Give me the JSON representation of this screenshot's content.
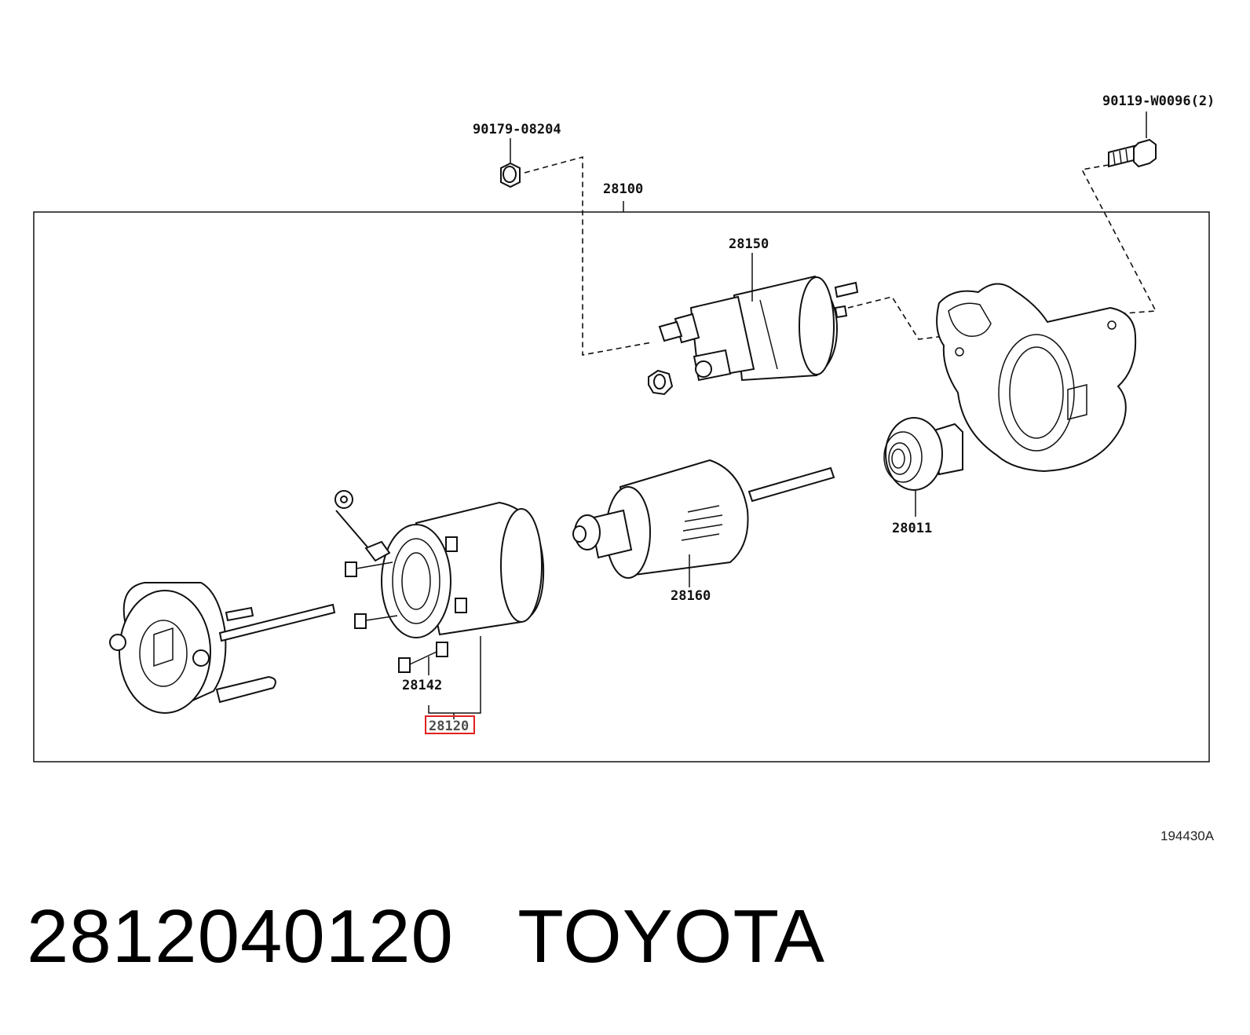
{
  "diagram": {
    "labels": {
      "nut_top": "90179-08204",
      "bolt_top": "90119-W0096(2)",
      "assembly": "28100",
      "solenoid": "28150",
      "clutch": "28011",
      "armature": "28160",
      "brush": "28142",
      "yoke": "28120"
    },
    "highlight_color": "#e02020",
    "figure_code": "194430A"
  },
  "footer": {
    "part_number": "2812040120",
    "brand": "TOYOTA"
  }
}
